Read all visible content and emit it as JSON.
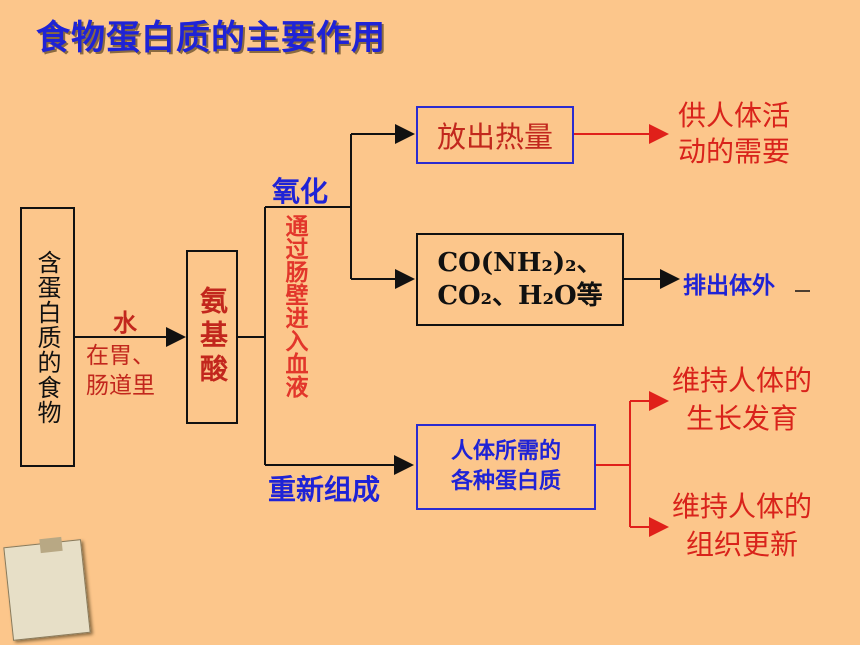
{
  "title": "食物蛋白质的主要作用",
  "nodes": {
    "food": "含蛋白质的食物",
    "amino_acid": "氨基酸",
    "blood": "通过肠壁进入血液",
    "heat": "放出热量",
    "co_line1": "CO(NH₂)₂、",
    "co_line2": "CO₂、H₂O等",
    "protein_line1": "人体所需的",
    "protein_line2": "各种蛋白质"
  },
  "labels": {
    "water": "水",
    "stomach_line1": "在胃、",
    "stomach_line2": "肠道里",
    "oxidation": "氧化",
    "recombine": "重新组成",
    "activity_line1": "供人体活",
    "activity_line2": "动的需要",
    "excrete": "排出体外",
    "growth_line1": "维持人体的",
    "growth_line2": "生长发育",
    "renew_line1": "维持人体的",
    "renew_line2": "组织更新"
  },
  "colors": {
    "background": "#fcc68b",
    "blue": "#1f23d6",
    "red": "#d9231b",
    "black": "#111111"
  }
}
